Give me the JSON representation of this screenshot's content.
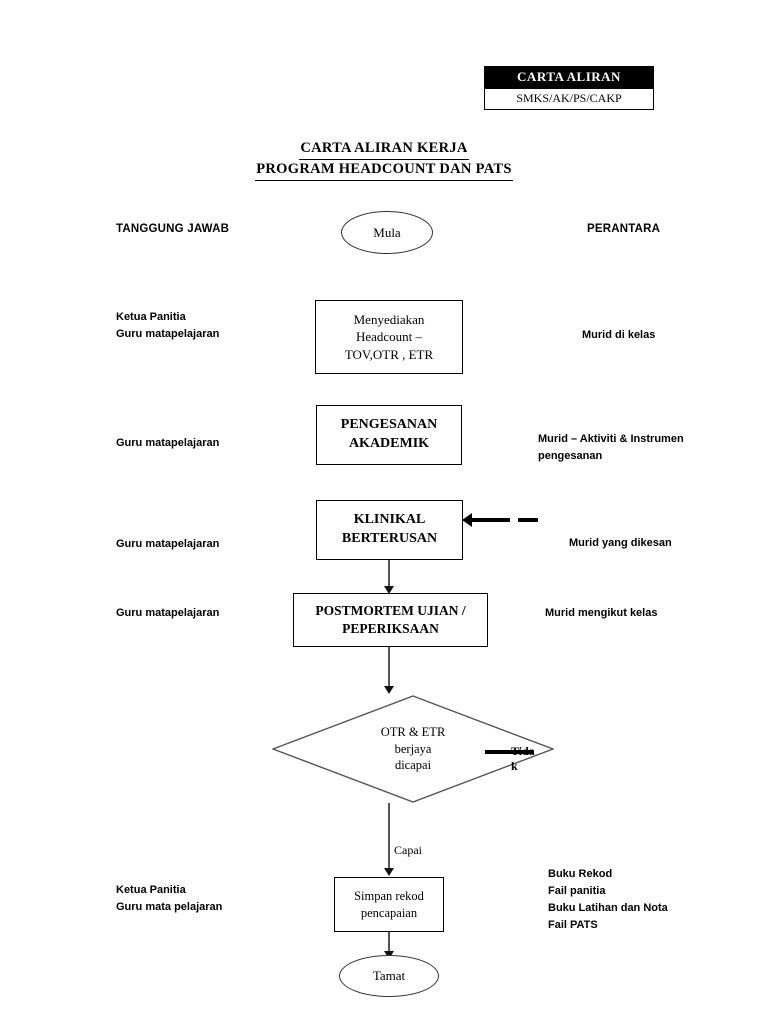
{
  "stamp": {
    "title": "CARTA ALIRAN",
    "code": "SMKS/AK/PS/CAKP"
  },
  "title": {
    "line1": "CARTA ALIRAN KERJA",
    "line2": "PROGRAM HEADCOUNT DAN PATS "
  },
  "columns": {
    "left_header": "TANGGUNG JAWAB",
    "right_header": "PERANTARA"
  },
  "rows": [
    {
      "responsibility": "",
      "node": "Mula",
      "intermediary": ""
    },
    {
      "responsibility": "Ketua Panitia\nGuru matapelajaran",
      "node": "Menyediakan\nHeadcount –\nTOV,OTR , ETR",
      "intermediary": "Murid di kelas"
    },
    {
      "responsibility": "Guru matapelajaran",
      "node": "PENGESANAN\nAKADEMIK",
      "intermediary": "Murid – Aktiviti & Instrumen\n          pengesanan"
    },
    {
      "responsibility": "Guru matapelajaran",
      "node": "KLINIKAL\nBERTERUSAN",
      "intermediary": "Murid yang dikesan"
    },
    {
      "responsibility": "Guru matapelajaran",
      "node": "POSTMORTEM UJIAN /\nPEPERIKSAAN",
      "intermediary": "Murid mengikut kelas"
    },
    {
      "responsibility": "",
      "node": "OTR & ETR\nberjaya\ndicapai",
      "intermediary": ""
    },
    {
      "responsibility": "Ketua Panitia\nGuru mata pelajaran",
      "node": "Simpan rekod\npencapaian",
      "intermediary": "Buku Rekod\nFail panitia\nBuku Latihan dan Nota\nFail PATS"
    },
    {
      "responsibility": "",
      "node": "Tamat",
      "intermediary": ""
    }
  ],
  "branches": {
    "no_label": "Tida\nk",
    "yes_label": "Capai"
  },
  "colors": {
    "stamp_background": "#000000",
    "stamp_text": "#ffffff",
    "line": "#555555",
    "arrow": "#111111",
    "page_background": "#ffffff"
  }
}
